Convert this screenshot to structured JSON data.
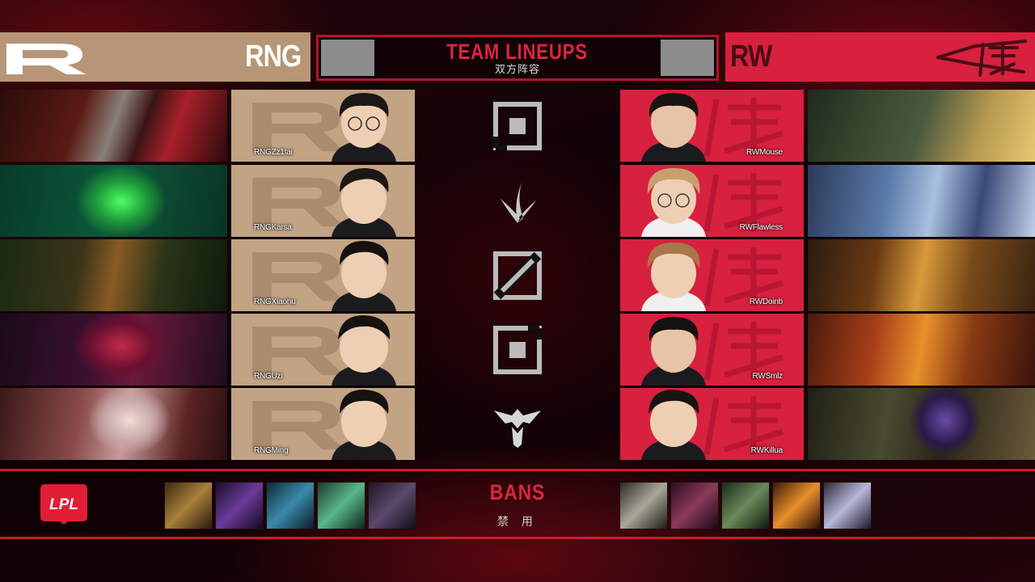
{
  "header": {
    "title": "TEAM LINEUPS",
    "subtitle": "双方阵容",
    "left_team": {
      "name": "RNG",
      "color": "#b69676"
    },
    "right_team": {
      "name": "RW",
      "color": "#d8203f"
    }
  },
  "colors": {
    "accent_red": "#d0182f",
    "title_red": "#e0243e",
    "rng_tan": "#c2a384",
    "rw_red": "#d8203f"
  },
  "lineups": {
    "left": [
      {
        "player": "RNGZz1tai",
        "role_icon": "top-lane-icon"
      },
      {
        "player": "RNGKarsa",
        "role_icon": "jungle-icon"
      },
      {
        "player": "RNGXiaohu",
        "role_icon": "mid-lane-icon"
      },
      {
        "player": "RNGUzi",
        "role_icon": "bot-lane-icon"
      },
      {
        "player": "RNGMing",
        "role_icon": "support-icon"
      }
    ],
    "right": [
      {
        "player": "RWMouse"
      },
      {
        "player": "RWFlawless"
      },
      {
        "player": "RWDoinb"
      },
      {
        "player": "RWSmlz"
      },
      {
        "player": "RWKillua"
      }
    ]
  },
  "bans": {
    "title": "BANS",
    "subtitle": "禁 用",
    "left_count": 5,
    "right_count": 5
  },
  "league_logo": "LPL"
}
